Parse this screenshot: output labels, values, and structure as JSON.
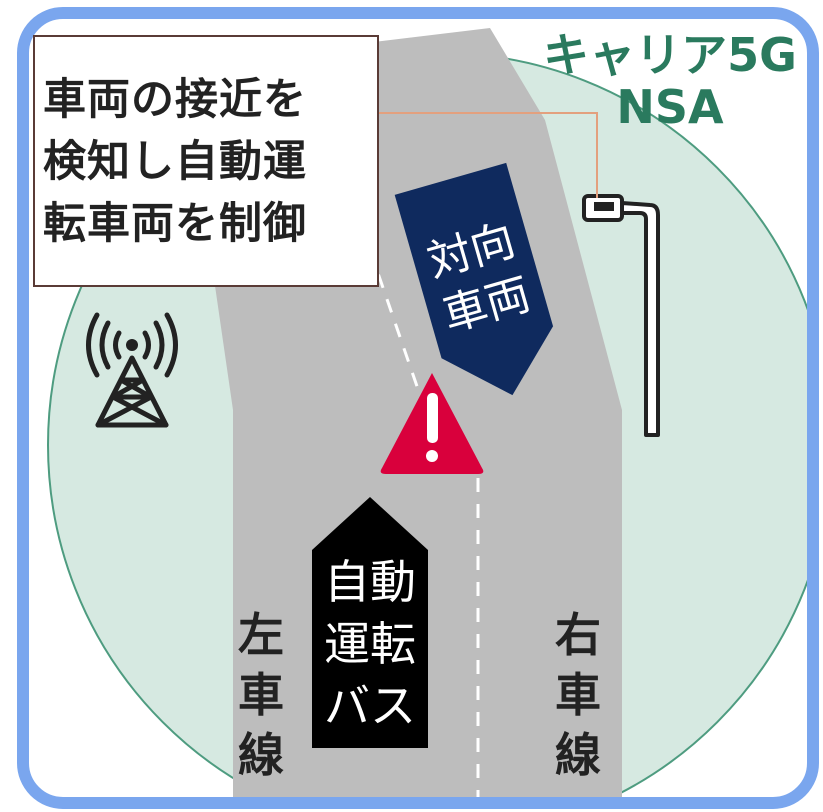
{
  "callout": {
    "lines": [
      "車両の接近を",
      "検知し自動運",
      "転車両を制御"
    ]
  },
  "carrier": {
    "line1": "キャリア5G",
    "line2": "NSA"
  },
  "oncoming_vehicle": {
    "line1": "対向",
    "line2": "車両"
  },
  "autonomous_bus": {
    "line1": "自動",
    "line2": "運転",
    "line3": "バス"
  },
  "left_lane": {
    "chars": [
      "左",
      "車",
      "線"
    ]
  },
  "right_lane": {
    "chars": [
      "右",
      "車",
      "線"
    ]
  },
  "warning_icon": {
    "symbol": "!"
  },
  "colors": {
    "frame": "#7aa6ee",
    "coverage_fill": "#d6e9e1",
    "coverage_stroke": "#4e9c80",
    "road": "#bdbdbd",
    "oncoming": "#0f2a5e",
    "bus": "#000000",
    "warning": "#d9003c",
    "carrier_text": "#2a7a5e"
  },
  "icons": [
    "cell-tower-icon",
    "roadside-sensor-icon",
    "warning-icon"
  ]
}
